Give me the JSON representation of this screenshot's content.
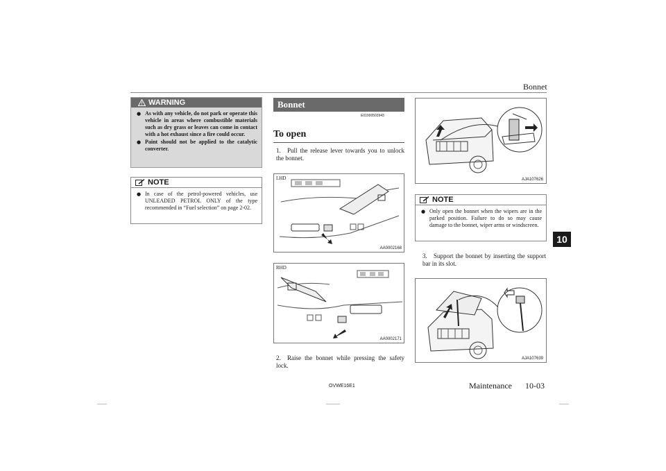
{
  "header": {
    "section": "Bonnet",
    "chapter": "10"
  },
  "warning": {
    "title": "WARNING",
    "items": [
      "As with any vehicle, do not park or operate this vehicle in areas where combustible materials such as dry grass or leaves can come in contact with a hot exhaust since a fire could occur.",
      "Paint should not be applied to the catalytic converter."
    ]
  },
  "note1": {
    "title": "NOTE",
    "text": "In case of the petrol-powered vehicles, use UNLEADED PETROL ONLY of the type recommended in “Fuel selection” on page 2-02."
  },
  "bonnet": {
    "title": "Bonnet",
    "code": "E01000503943",
    "subtitle": "To open"
  },
  "steps": [
    {
      "num": "1.",
      "text": "Pull the release lever towards you to unlock the bonnet."
    },
    {
      "num": "2.",
      "text": "Raise the bonnet while pressing the safety lock."
    },
    {
      "num": "3.",
      "text": "Support the bonnet by inserting the support bar in its slot."
    }
  ],
  "figures": {
    "lhd": {
      "tag": "LHD",
      "code": "AA0002168"
    },
    "rhd": {
      "tag": "RHD",
      "code": "AA0002171"
    },
    "car1": {
      "code": "AJA107626"
    },
    "car2": {
      "code": "AJA107639"
    }
  },
  "note2": {
    "title": "NOTE",
    "text": "Only open the bonnet when the wipers are in the parked position. Failure to do so may cause damage to the bonnet, wiper arms or windscreen."
  },
  "footer": {
    "doc_code": "OVWE16E1",
    "section": "Maintenance",
    "page": "10-03"
  }
}
